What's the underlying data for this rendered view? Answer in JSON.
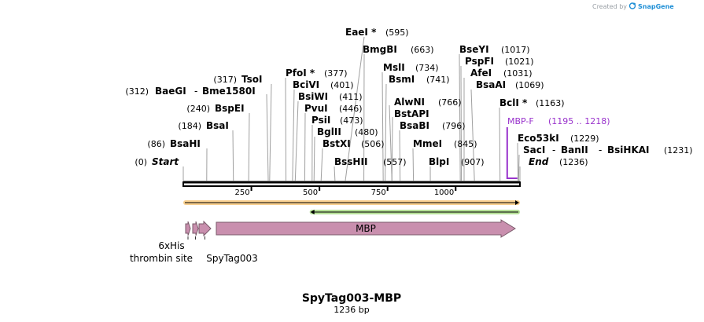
{
  "watermark": {
    "prefix": "Created by",
    "brand": "SnapGene"
  },
  "map": {
    "title": "SpyTag003-MBP",
    "length_label": "1236 bp",
    "length_bp": 1236,
    "colors": {
      "enzyme_text": "#000000",
      "primer": "#9933cc",
      "feature_fill": "#c98fae",
      "feature_stroke": "#7a5a6a",
      "orf_top": "#f4a933",
      "orf_bottom": "#7ac943"
    },
    "ruler_ticks": [
      {
        "label": "250",
        "pos": 250
      },
      {
        "label": "500",
        "pos": 500
      },
      {
        "label": "750",
        "pos": 750
      },
      {
        "label": "1000",
        "pos": 1000
      }
    ],
    "sites": [
      {
        "id": "start",
        "name": "Start",
        "pos_label": "(0)",
        "pos": 0,
        "italic": true
      },
      {
        "id": "bsahi",
        "name": "BsaHI",
        "pos_label": "(86)",
        "pos": 86
      },
      {
        "id": "bsai",
        "name": "BsaI",
        "pos_label": "(184)",
        "pos": 184
      },
      {
        "id": "bspei",
        "name": "BspEI",
        "pos_label": "(240)",
        "pos": 240
      },
      {
        "id": "baegi",
        "name": "BaeGI",
        "sep": "-",
        "name2": "Bme1580I",
        "pos_label": "(312)",
        "pos": 312
      },
      {
        "id": "tsoi",
        "name": "TsoI",
        "pos_label": "(317)",
        "pos": 317
      },
      {
        "id": "pfoi",
        "name": "PfoI *",
        "pos_label": "(377)",
        "pos": 377
      },
      {
        "id": "bcivi",
        "name": "BciVI",
        "pos_label": "(401)",
        "pos": 401
      },
      {
        "id": "bsiwi",
        "name": "BsiWI",
        "pos_label": "(411)",
        "pos": 411
      },
      {
        "id": "pvui",
        "name": "PvuI",
        "pos_label": "(446)",
        "pos": 446
      },
      {
        "id": "psii",
        "name": "PsiI",
        "pos_label": "(473)",
        "pos": 473
      },
      {
        "id": "bglii",
        "name": "BglII",
        "pos_label": "(480)",
        "pos": 480
      },
      {
        "id": "bstxi",
        "name": "BstXI",
        "pos_label": "(506)",
        "pos": 506
      },
      {
        "id": "bsshii",
        "name": "BssHII",
        "pos_label": "(557)",
        "pos": 557
      },
      {
        "id": "eaei",
        "name": "EaeI *",
        "pos_label": "(595)",
        "pos": 595
      },
      {
        "id": "bmgbi",
        "name": "BmgBI",
        "pos_label": "(663)",
        "pos": 663
      },
      {
        "id": "msli",
        "name": "MslI",
        "pos_label": "(734)",
        "pos": 734
      },
      {
        "id": "bsmi",
        "name": "BsmI",
        "pos_label": "(741)",
        "pos": 741
      },
      {
        "id": "alwni",
        "name": "AlwNI",
        "pos_label": "(766)",
        "pos": 766
      },
      {
        "id": "bstapi",
        "name": "BstAPI",
        "pos_label": "",
        "pos": 766
      },
      {
        "id": "bsabi",
        "name": "BsaBI",
        "pos_label": "(796)",
        "pos": 796
      },
      {
        "id": "mmei",
        "name": "MmeI",
        "pos_label": "(845)",
        "pos": 845
      },
      {
        "id": "blpi",
        "name": "BlpI",
        "pos_label": "(907)",
        "pos": 907
      },
      {
        "id": "bseyi",
        "name": "BseYI",
        "pos_label": "(1017)",
        "pos": 1017
      },
      {
        "id": "pspfi",
        "name": "PspFI",
        "pos_label": "(1021)",
        "pos": 1021
      },
      {
        "id": "afei",
        "name": "AfeI",
        "pos_label": "(1031)",
        "pos": 1031
      },
      {
        "id": "bsaai",
        "name": "BsaAI",
        "pos_label": "(1069)",
        "pos": 1069
      },
      {
        "id": "bcli",
        "name": "BclI *",
        "pos_label": "(1163)",
        "pos": 1163
      },
      {
        "id": "eco53ki",
        "name": "Eco53kI",
        "pos_label": "(1229)",
        "pos": 1229
      },
      {
        "id": "saci",
        "name": "SacI",
        "sep": "-",
        "name2": "BanII",
        "sep2": "-",
        "name3": "BsiHKAI",
        "pos_label": "(1231)",
        "pos": 1231
      },
      {
        "id": "end",
        "name": "End",
        "pos_label": "(1236)",
        "pos": 1236,
        "italic": true
      }
    ],
    "primer": {
      "name": "MBP-F",
      "range_label": "(1195 .. 1218)",
      "start": 1195,
      "end": 1218
    },
    "features": [
      {
        "id": "his",
        "name": "6xHis",
        "start": 18,
        "end": 36
      },
      {
        "id": "thrombin",
        "name": "thrombin site",
        "start": 39,
        "end": 57
      },
      {
        "id": "spytag",
        "name": "SpyTag003",
        "start": 60,
        "end": 108
      },
      {
        "id": "mbp",
        "name": "MBP",
        "start": 120,
        "end": 1236
      }
    ],
    "orfs": [
      {
        "id": "orf-1",
        "start": 1,
        "end": 1236,
        "direction": "forward"
      },
      {
        "id": "orf-2",
        "start": 465,
        "end": 1236,
        "direction": "reverse"
      }
    ]
  }
}
